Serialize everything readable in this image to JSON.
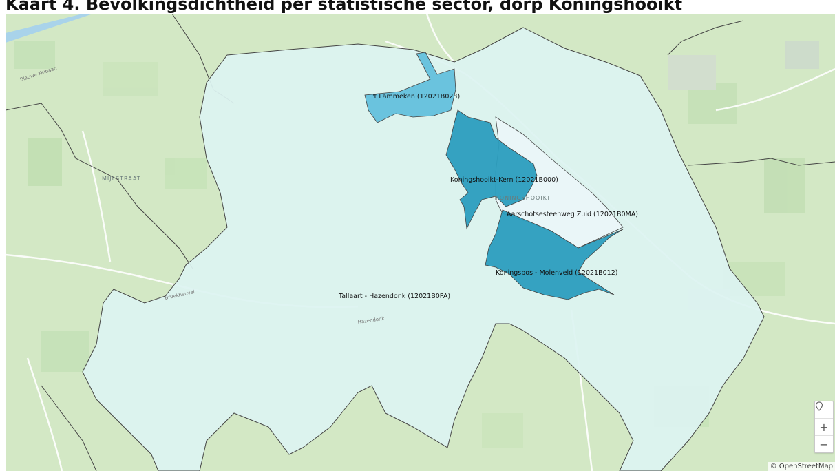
{
  "title": "Kaart 4. Bevolkingsdichtheid per statistische sector, dorp Koningshooikt",
  "colors": {
    "base": "#d3e8c5",
    "sector_light": "#ddf3f1",
    "sector_mid": "#5fbfdc",
    "sector_dark": "#2b9dbe",
    "sector_pale": "#eaf5f8",
    "border": "#444444"
  },
  "sectors": [
    {
      "id": "tallaart",
      "label": "Tallaart - Hazendonk (12021B0PA)",
      "density_class": "light"
    },
    {
      "id": "lammeken",
      "label": "'t Lammeken (12021B023)",
      "density_class": "mid"
    },
    {
      "id": "kern",
      "label": "Koningshooikt-Kern (12021B000)",
      "density_class": "dark"
    },
    {
      "id": "aarschot",
      "label": "Aarschotsesteenweg Zuid (12021B0MA)",
      "density_class": "pale"
    },
    {
      "id": "koningsbos",
      "label": "Koningsbos - Molenveld (12021B012)",
      "density_class": "dark"
    }
  ],
  "place_labels": {
    "mijlstraat": "MIJLSTRAAT",
    "koningshooikt": "KONINGSHOOIKT"
  },
  "street_labels": {
    "blauwe_kei": "Blauwe Keibaan",
    "bruekheuvel": "Bruekheuvel",
    "hazendonk": "Hazendonk"
  },
  "controls": {
    "locate_icon": "location-pin-icon",
    "zoom_in": "+",
    "zoom_out": "−"
  },
  "attribution": "© OpenStreetMap"
}
